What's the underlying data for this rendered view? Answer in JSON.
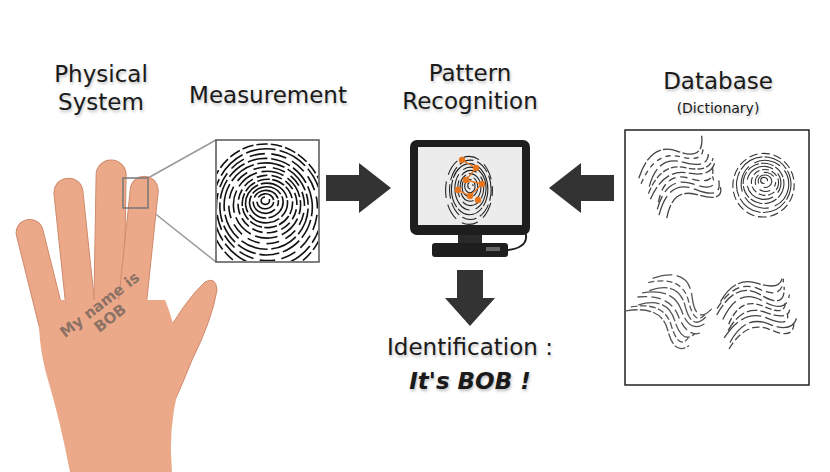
{
  "diagram": {
    "nodes": [
      {
        "text": [
          "Physical System",
          "My name is BOB"
        ]
      },
      {
        "text": [
          "Measurement"
        ]
      },
      {
        "text": [
          "Pattern Recognition"
        ]
      },
      {
        "text": [
          "Database",
          "(Dictionary)"
        ]
      },
      {
        "text": [
          "Identification :",
          "It's BOB !"
        ]
      }
    ],
    "edges": [
      {
        "from": 1,
        "to": 2,
        "arrow": "to"
      },
      {
        "from": 3,
        "to": 2,
        "arrow": "to"
      },
      {
        "from": 2,
        "to": 4,
        "arrow": "to"
      }
    ]
  }
}
